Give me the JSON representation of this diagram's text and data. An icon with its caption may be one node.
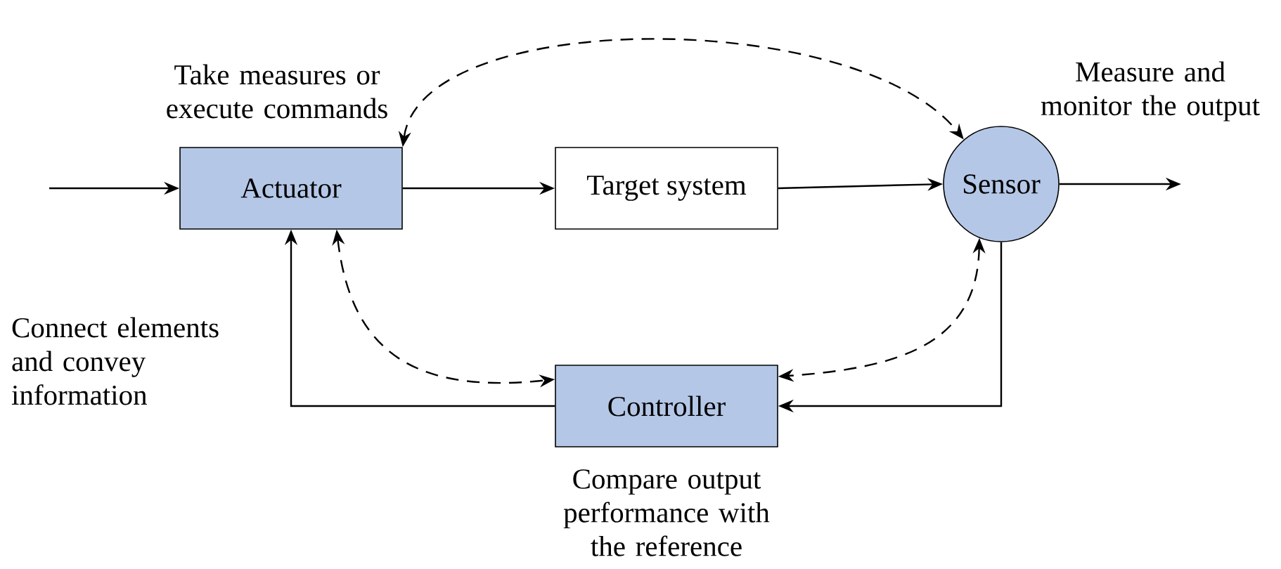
{
  "diagram": {
    "nodes": [
      {
        "text": [
          "Actuator"
        ],
        "beside": [
          "Take measures or execute commands"
        ]
      },
      {
        "text": [
          "Target system"
        ]
      },
      {
        "text": [
          "Sensor"
        ],
        "beside": [
          "Measure and monitor the output"
        ]
      },
      {
        "text": [
          "Controller"
        ],
        "beside": [
          "Compare output performance with the reference"
        ]
      }
    ],
    "edges": [
      {
        "from": null,
        "to": 0,
        "arrow": "to"
      },
      {
        "from": 0,
        "to": 1,
        "arrow": "to"
      },
      {
        "from": 1,
        "to": 2,
        "arrow": "to"
      },
      {
        "from": 2,
        "to": null,
        "arrow": "to"
      },
      {
        "from": 2,
        "to": 3,
        "arrow": "to"
      },
      {
        "from": 3,
        "to": 0,
        "arrow": "to"
      },
      {
        "from": 0,
        "to": 2,
        "arrow": "both",
        "style": "dashed"
      },
      {
        "from": 0,
        "to": 3,
        "arrow": "both",
        "style": "dashed"
      },
      {
        "from": 2,
        "to": 3,
        "arrow": "both",
        "style": "dashed"
      }
    ],
    "labels": [
      "Connect elements and convey information"
    ]
  }
}
